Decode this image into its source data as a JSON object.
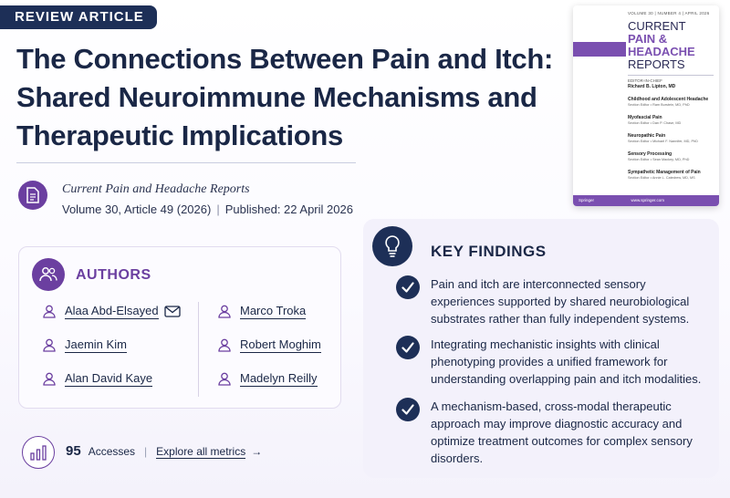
{
  "badge": "REVIEW ARTICLE",
  "title": "The Connections Between Pain and Itch: Shared Neuroimmune Mechanisms and Therapeutic Implications",
  "journal": {
    "name": "Current Pain and Headache Reports",
    "volume_article": "Volume 30, Article 49 (2026)",
    "separator": "|",
    "published": "Published: 22 April 2026"
  },
  "authors": {
    "heading": "AUTHORS",
    "list": [
      "Alaa Abd-Elsayed",
      "Jaemin Kim",
      "Alan David Kaye",
      "Marco Troka",
      "Robert Moghim",
      "Madelyn Reilly"
    ]
  },
  "metrics": {
    "count": "95",
    "label": "Accesses",
    "separator": "|",
    "link": "Explore all metrics",
    "arrow": "→"
  },
  "cover": {
    "meta": "VOLUME 30 | NUMBER 4 | APRIL 2026",
    "title_lines": [
      "CURRENT",
      "PAIN &",
      "HEADACHE",
      "REPORTS"
    ],
    "editor_label": "EDITOR-IN-CHIEF",
    "editor_name": "Richard B. Lipton, MD",
    "sections": [
      {
        "title": "Childhood and Adolescent Headache",
        "sub": "Section Editor • Ram Burstein, MD, PhD"
      },
      {
        "title": "Myofascial Pain",
        "sub": "Section Editor • Dan P. Chase, MD"
      },
      {
        "title": "Neuropathic Pain",
        "sub": "Section Editor • Michael F. Nannifer, MD, PhD"
      },
      {
        "title": "Sensory Processing",
        "sub": "Section Editor • Sean Mackey, MD, PhD"
      },
      {
        "title": "Sympathetic Management of Pain",
        "sub": "Section Editor • Annie L. Catedrew, MD, MS"
      }
    ],
    "publisher": "Springer",
    "url": "www.springer.com"
  },
  "findings": {
    "heading": "KEY FINDINGS",
    "items": [
      "Pain and itch are interconnected sensory experiences supported by shared neurobiological substrates rather than fully independent systems.",
      "Integrating mechanistic insights with clinical phenotyping provides a unified framework for understanding overlapping pain and itch modalities.",
      "A mechanism-based, cross-modal therapeutic approach may improve diagnostic accuracy and optimize treatment outcomes for complex sensory disorders."
    ]
  },
  "colors": {
    "navy": "#1d2f57",
    "purple": "#6b3fa0",
    "text": "#1a2746",
    "panel": "#f3f1fb"
  },
  "icons": {
    "journal": "document-icon",
    "authors": "people-icon",
    "author": "person-icon",
    "email": "mail-icon",
    "metrics": "bar-chart-icon",
    "findings": "lightbulb-icon",
    "check": "check-icon"
  }
}
